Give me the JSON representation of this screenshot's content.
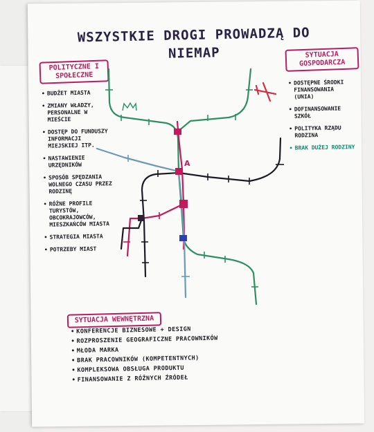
{
  "title": "WSZYSTKIE DROGI PROWADZĄ DO NIEMAP",
  "boxes": {
    "left": "POLITYCZNE I SPOŁECZNE",
    "right": "SYTUACJA GOSPODARCZA",
    "bottom": "SYTUACJA WEWNĘTRZNA"
  },
  "left_items": [
    "BUDŻET MIASTA",
    "ZMIANY WŁADZY, PERSONALNE W MIEŚCIE",
    "DOSTĘP DO FUNDUSZY INFORMACJI MIEJSKIEJ ITP.",
    "NASTAWIENIE URZĘDNIKÓW",
    "SPOSÓB SPĘDZANIA WOLNEGO CZASU PRZEZ RODZINĘ",
    "RÓŻNE PROFILE TURYSTÓW, OBCOKRAJOWCÓW, MIESZKAŃCÓW MIASTA",
    "STRATEGIA MIASTA",
    "POTRZEBY MIAST"
  ],
  "right_items": [
    {
      "text": "DOSTĘPNE ŚRODKI FINANSOWANIA (UNIA)",
      "teal": false
    },
    {
      "text": "DOFINANSOWANIE SZKÓŁ",
      "teal": false
    },
    {
      "text": "POLITYKA RZĄDU RODZINA",
      "teal": false
    },
    {
      "text": "BRAK DUŻEJ RODZINY",
      "teal": true
    }
  ],
  "bottom_items": [
    "KONFERENCJE BIZNESOWE + DESIGN",
    "ROZPROSZENIE GEOGRAFICZNE PRACOWNIKÓW",
    "MŁODA MARKA",
    "BRAK PRACOWNIKÓW (KOMPETENTNYCH)",
    "KOMPLEKSOWA OBSŁUGA PRODUKTU",
    "FINANSOWANIE Z RÓŻNYCH ŹRÓDEŁ"
  ],
  "map_labels": {
    "hub": "A"
  },
  "colors": {
    "green": "#2f8f62",
    "magenta": "#c21b5b",
    "black": "#1c1a22",
    "light_blue": "#6a9ab5",
    "plane_red": "#d23040",
    "station_blue": "#2d3fa8"
  }
}
